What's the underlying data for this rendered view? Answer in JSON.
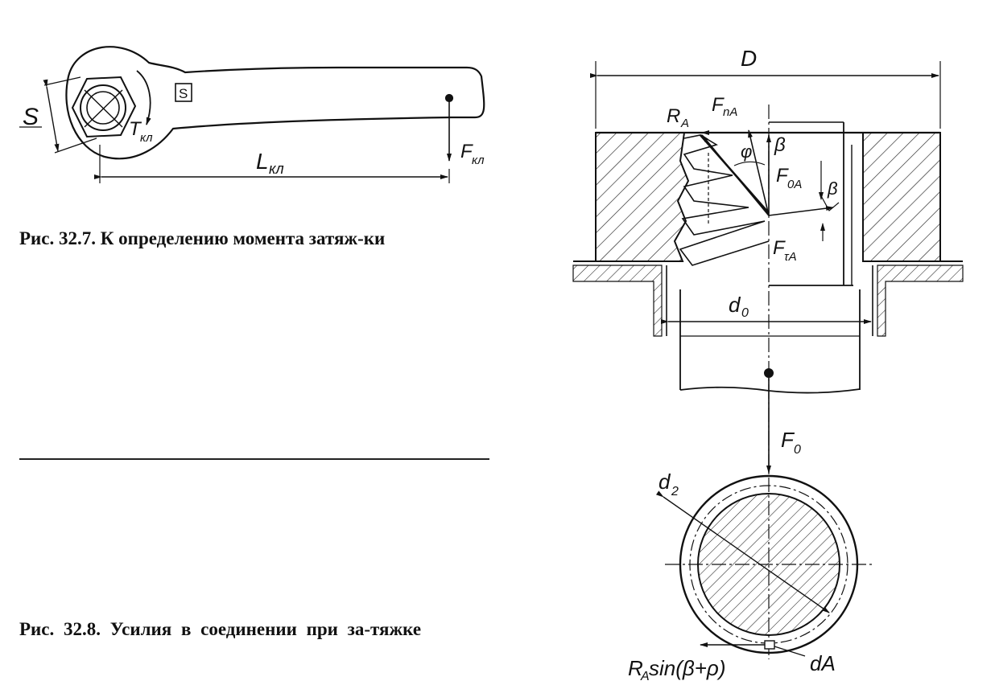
{
  "fig1": {
    "caption": "Рис. 32.7. К определению момента затяж-ки",
    "labels": {
      "S": "S",
      "S_box": "S",
      "T": "T",
      "T_sub": "кл",
      "L": "L",
      "L_sub": "кл",
      "F": "F",
      "F_sub": "кл"
    }
  },
  "fig2": {
    "caption": "Рис. 32.8. Усилия в соединении при за-тяжке",
    "labels": {
      "D": "D",
      "RA": "R",
      "RA_sub": "A",
      "FnA": "F",
      "FnA_sub": "nA",
      "phi": "φ",
      "beta1": "β",
      "beta2": "β",
      "F0A": "F",
      "F0A_sub": "0A",
      "FtA": "F",
      "FtA_sub": "τA",
      "d0": "d",
      "d0_sub": "0",
      "F0": "F",
      "F0_sub": "0",
      "d2": "d",
      "d2_sub": "2",
      "dA": "dA",
      "formula": "R",
      "formula_sub": "A",
      "formula_rest": " sin(β+ρ)"
    }
  }
}
